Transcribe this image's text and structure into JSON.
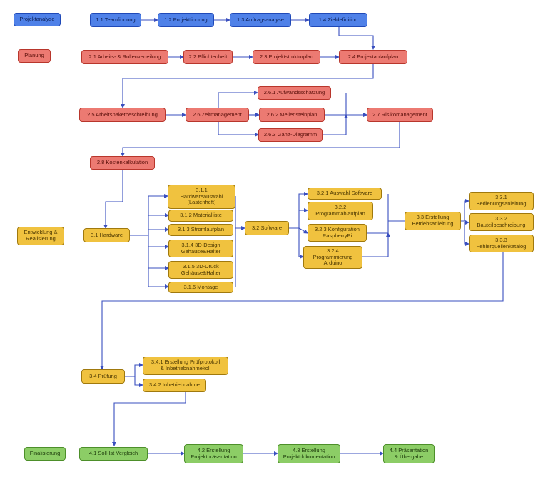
{
  "colors": {
    "blue_fill": "#4f81e8",
    "red_fill": "#ec7a72",
    "yellow_fill": "#f0c23f",
    "green_fill": "#8ccd66",
    "edge": "#3a4fbf"
  },
  "phases": {
    "analyse": "Projektanalyse",
    "planung": "Planung",
    "entwicklung": "Entwicklung &\nRealisierung",
    "finalisierung": "Finalisierung"
  },
  "nodes": {
    "n1_1": "1.1 Teamfindung",
    "n1_2": "1.2 Projektfindung",
    "n1_3": "1.3 Auftragsanalyse",
    "n1_4": "1.4 Zieldefinition",
    "n2_1": "2.1 Arbeits- & Rollenverteilung",
    "n2_2": "2.2 Pflichtenheft",
    "n2_3": "2.3 Projektstrukturplan",
    "n2_4": "2.4 Projektablaufplan",
    "n2_5": "2.5 Arbeitspaketbeschreibung",
    "n2_6": "2.6 Zeitmanagement",
    "n2_6_1": "2.6.1 Aufwandsschätzung",
    "n2_6_2": "2.6.2 Meilensteinplan",
    "n2_6_3": "2.6.3 Gantt-Diagramm",
    "n2_7": "2.7 Risikomanagement",
    "n2_8": "2.8 Kostenkalkulation",
    "n3_1": "3.1 Hardware",
    "n3_1_1": "3.1.1\nHardwareauswahl\n(Lastenheft)",
    "n3_1_2": "3.1.2 Materialliste",
    "n3_1_3": "3.1.3 Stromlaufplan",
    "n3_1_4": "3.1.4 3D-Design\nGehäuse&Halter",
    "n3_1_5": "3.1.5 3D-Druck\nGehäuse&Halter",
    "n3_1_6": "3.1.6 Montage",
    "n3_2": "3.2 Software",
    "n3_2_1": "3.2.1 Auswahl Software",
    "n3_2_2": "3.2.2\nProgrammablaufplan",
    "n3_2_3": "3.2.3 Konfiguration\nRaspberryPi",
    "n3_2_4": "3.2.4\nProgrammierung\nArduino",
    "n3_3": "3.3 Erstellung\nBetriebsanleitung",
    "n3_3_1": "3.3.1\nBedienungsanleitung",
    "n3_3_2": "3.3.2\nBauteilbeschreibung",
    "n3_3_3": "3.3.3\nFehlerquellenkatalog",
    "n3_4": "3.4 Prüfung",
    "n3_4_1": "3.4.1 Erstellung Prüfprotokoll\n& Inbetriebnahmekoll",
    "n3_4_2": "3.4.2 Inbetriebnahme",
    "n4_1": "4.1 Soll-Ist Vergleich",
    "n4_2": "4.2 Erstellung\nProjektpräsentation",
    "n4_3": "4.3 Erstellung\nProjektdukomentation",
    "n4_4": "4.4 Präsentation\n& Übergabe"
  }
}
